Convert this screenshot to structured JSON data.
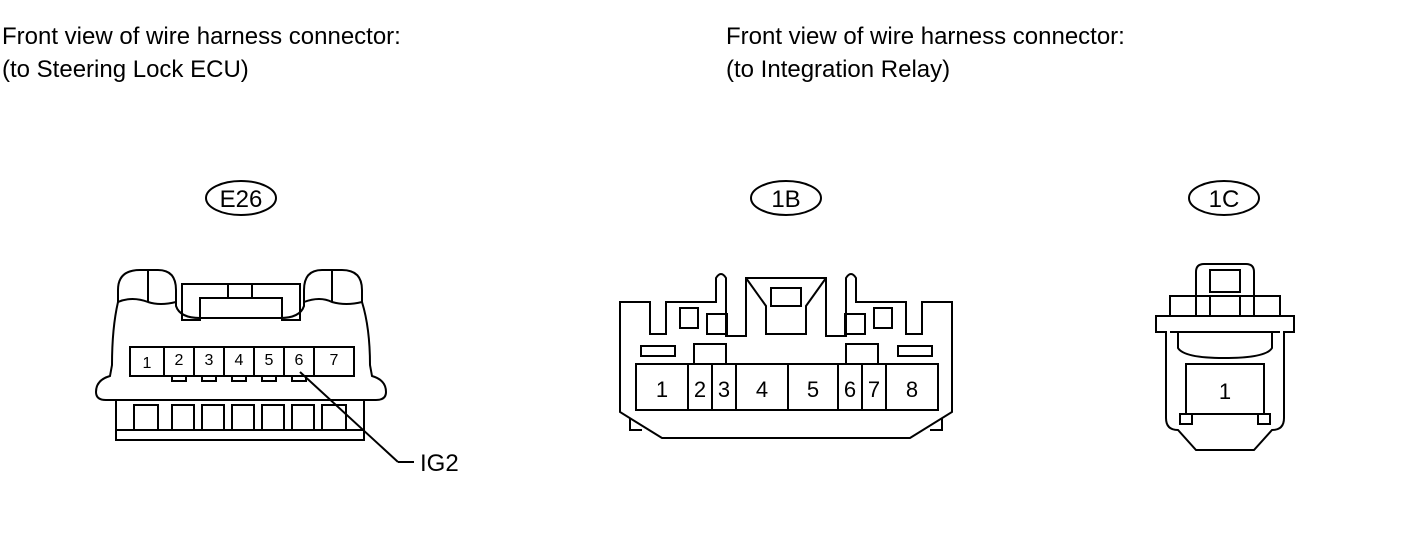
{
  "captions": {
    "left": {
      "line1": "Front view of wire harness connector:",
      "line2": "(to Steering Lock ECU)"
    },
    "right": {
      "line1": "Front view of wire harness connector:",
      "line2": "(to Integration Relay)"
    }
  },
  "connectors": {
    "e26": {
      "code": "E26",
      "pins": [
        "1",
        "2",
        "3",
        "4",
        "5",
        "6",
        "7"
      ],
      "callout": "IG2"
    },
    "b1": {
      "code": "1B",
      "pins": [
        "1",
        "2",
        "3",
        "4",
        "5",
        "6",
        "7",
        "8"
      ]
    },
    "c1": {
      "code": "1C",
      "pins": [
        "1"
      ]
    }
  }
}
